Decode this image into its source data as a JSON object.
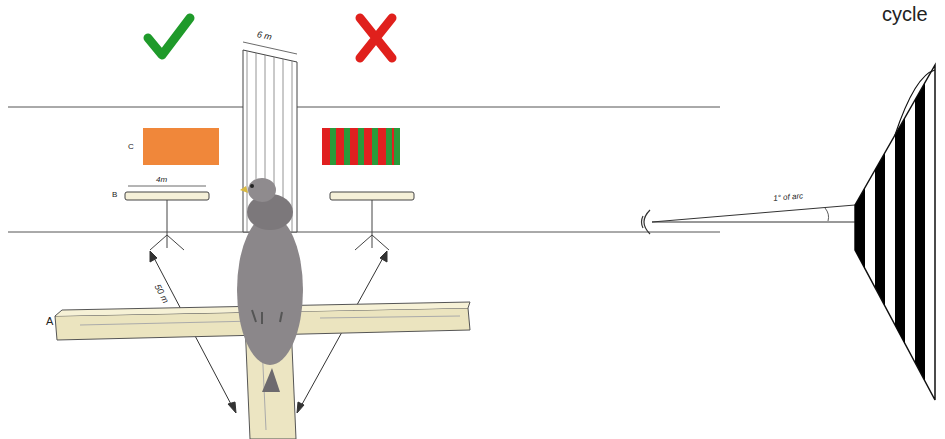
{
  "diagram": {
    "labels": [
      "A",
      "B",
      "C",
      "6 m",
      "4m",
      "50 m",
      "cycle",
      "1° of arc"
    ]
  }
}
